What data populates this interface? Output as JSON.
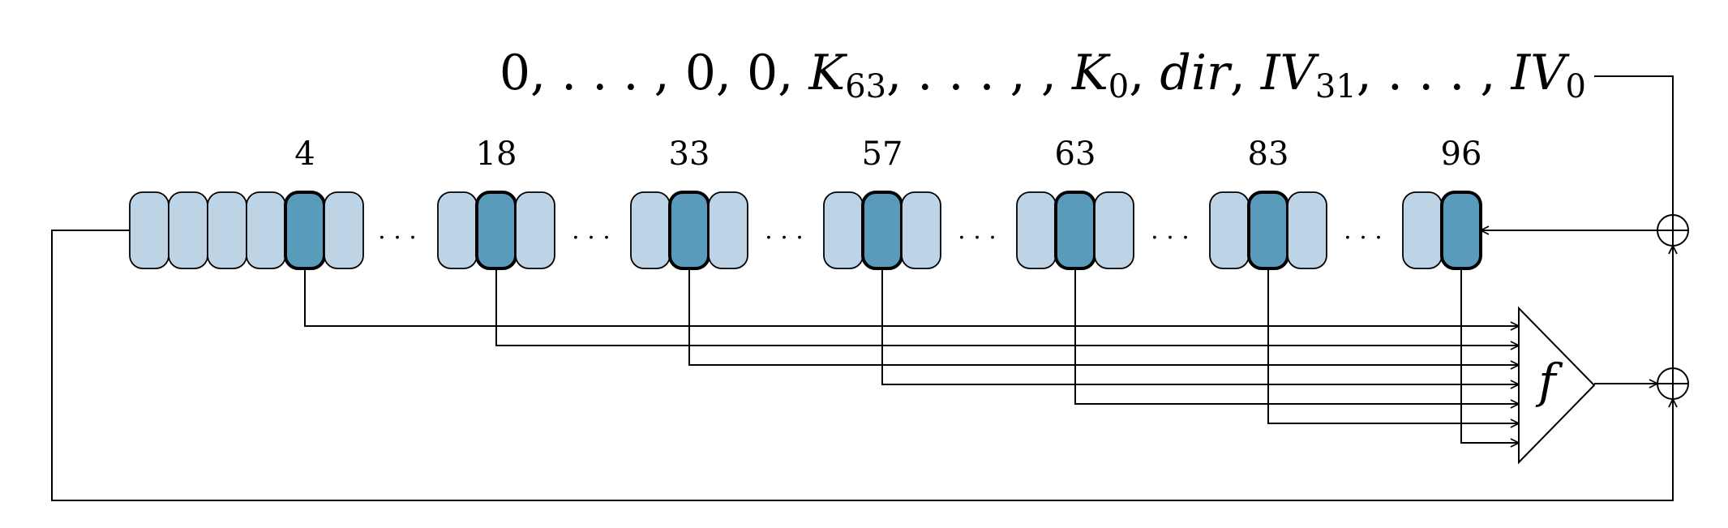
{
  "input_sequence": {
    "parts": [
      {
        "t": "0, . . . , 0, 0, "
      },
      {
        "t": "K",
        "i": true
      },
      {
        "t": "63",
        "sub": true
      },
      {
        "t": ", . . . , , "
      },
      {
        "t": "K",
        "i": true
      },
      {
        "t": "0",
        "sub": true
      },
      {
        "t": ", "
      },
      {
        "t": "dir",
        "i": true
      },
      {
        "t": ", "
      },
      {
        "t": "IV",
        "i": true
      },
      {
        "t": "31",
        "sub": true
      },
      {
        "t": ", . . . , "
      },
      {
        "t": "IV",
        "i": true
      },
      {
        "t": "0",
        "sub": true
      }
    ]
  },
  "taps": [
    "4",
    "18",
    "33",
    "57",
    "63",
    "83",
    "96"
  ],
  "ellipsis": ". . .",
  "function_label": "f",
  "xor_symbol": "⊕",
  "colors": {
    "cell_light": "#bdd3e6",
    "cell_dark": "#5a9aba",
    "stroke": "#000000"
  }
}
